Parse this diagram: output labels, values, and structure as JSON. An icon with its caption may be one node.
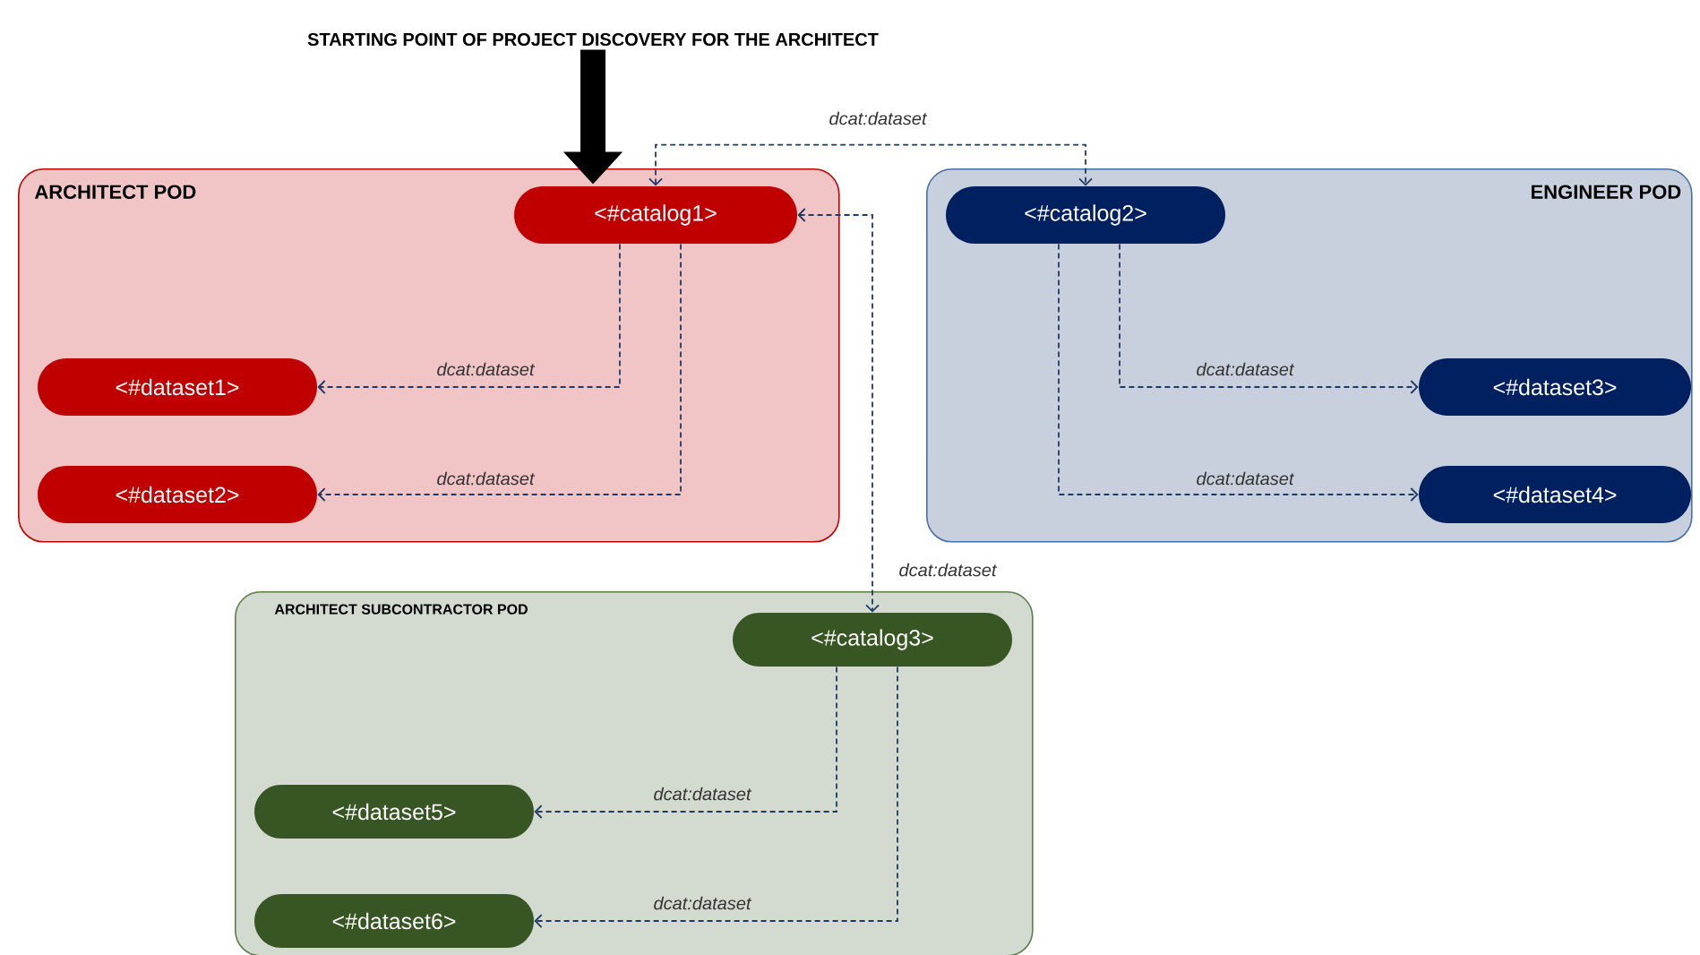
{
  "diagram": {
    "nodes": [
      {
        "text": [
          "STARTING POINT OF PROJECT DISCOVERY FOR THE ARCHITECT"
        ]
      },
      {
        "text": [
          "ARCHITECT POD"
        ]
      },
      {
        "text": [
          "<#catalog1>"
        ],
        "in": 1
      },
      {
        "text": [
          "<#dataset1>"
        ],
        "in": 1
      },
      {
        "text": [
          "<#dataset2>"
        ],
        "in": 1
      },
      {
        "text": [
          "ENGINEER POD"
        ]
      },
      {
        "text": [
          "<#catalog2>"
        ],
        "in": 5
      },
      {
        "text": [
          "<#dataset3>"
        ],
        "in": 5
      },
      {
        "text": [
          "<#dataset4>"
        ],
        "in": 5
      },
      {
        "text": [
          "ARCHITECT SUBCONTRACTOR POD"
        ]
      },
      {
        "text": [
          "<#catalog3>"
        ],
        "in": 9
      },
      {
        "text": [
          "<#dataset5>"
        ],
        "in": 9
      },
      {
        "text": [
          "<#dataset6>"
        ],
        "in": 9
      }
    ],
    "edges": [
      {
        "from": 0,
        "to": 2,
        "arrow": "to",
        "style": "thick",
        "color": "#000000"
      },
      {
        "from": 2,
        "to": 6,
        "arrow": "both",
        "style": "dashed",
        "label": "dcat:dataset"
      },
      {
        "from": 2,
        "to": 10,
        "arrow": "both",
        "style": "dashed",
        "label": "dcat:dataset"
      },
      {
        "from": 2,
        "to": 3,
        "arrow": "to",
        "style": "dashed",
        "label": "dcat:dataset"
      },
      {
        "from": 2,
        "to": 4,
        "arrow": "to",
        "style": "dashed",
        "label": "dcat:dataset"
      },
      {
        "from": 6,
        "to": 7,
        "arrow": "to",
        "style": "dashed",
        "label": "dcat:dataset"
      },
      {
        "from": 6,
        "to": 8,
        "arrow": "to",
        "style": "dashed",
        "label": "dcat:dataset"
      },
      {
        "from": 10,
        "to": 11,
        "arrow": "to",
        "style": "dashed",
        "label": "dcat:dataset"
      },
      {
        "from": 10,
        "to": 12,
        "arrow": "to",
        "style": "dashed",
        "label": "dcat:dataset"
      }
    ]
  }
}
